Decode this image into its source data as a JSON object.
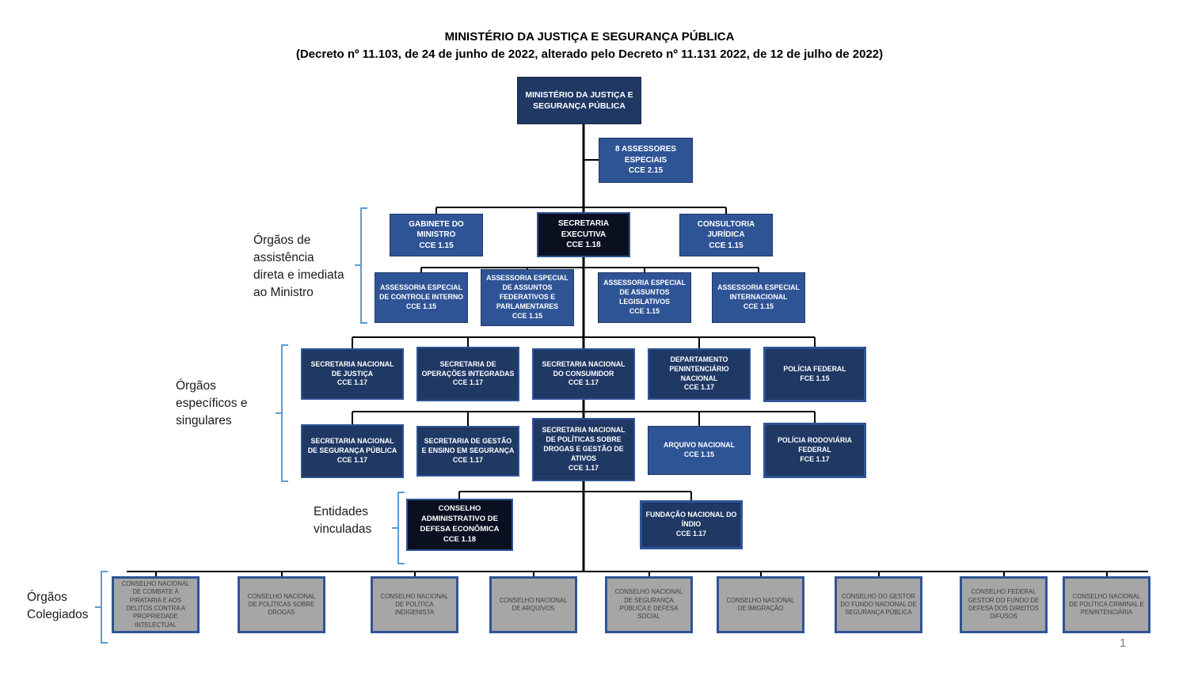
{
  "title": "MINISTÉRIO DA JUSTIÇA E SEGURANÇA PÚBLICA",
  "subtitle": "(Decreto nº 11.103, de 24 de junho de 2022, alterado pelo Decreto nº 11.131 2022, de 12 de julho de 2022)",
  "page_number": "1",
  "colors": {
    "navy": "#1F3864",
    "blue": "#2F5496",
    "black_box": "#0A1020",
    "gray_box": "#A6A6A6",
    "gray_box_border": "#2F5496",
    "bracket": "#5B9BD5",
    "line": "#000000",
    "gray_text": "#3F3F3F",
    "page_number": "#7F7F7F"
  },
  "root": {
    "label": "MINISTÉRIO DA JUSTIÇA E SEGURANÇA PÚBLICA"
  },
  "advisors": {
    "label": "8 ASSESSORES ESPECIAIS",
    "code": "CCE 2.15"
  },
  "section_labels": {
    "assistencia": "Órgãos de assistência direta e imediata ao Ministro",
    "especificos": "Órgãos específicos e singulares",
    "entidades": "Entidades vinculadas",
    "colegiados": "Órgãos Colegiados"
  },
  "assist_row1": [
    {
      "label": "GABINETE DO MINISTRO",
      "code": "CCE 1.15"
    },
    {
      "label": "SECRETARIA EXECUTIVA",
      "code": "CCE 1.18"
    },
    {
      "label": "CONSULTORIA JURÍDICA",
      "code": "CCE 1.15"
    }
  ],
  "assist_row2": [
    {
      "label": "ASSESSORIA ESPECIAL DE CONTROLE INTERNO",
      "code": "CCE 1.15"
    },
    {
      "label": "ASSESSORIA ESPECIAL DE ASSUNTOS FEDERATIVOS E PARLAMENTARES",
      "code": "CCE 1.15"
    },
    {
      "label": "ASSESSORIA ESPECIAL DE ASSUNTOS LEGISLATIVOS",
      "code": "CCE 1.15"
    },
    {
      "label": "ASSESSORIA ESPECIAL INTERNACIONAL",
      "code": "CCE 1.15"
    }
  ],
  "specific_row1": [
    {
      "label": "SECRETARIA NACIONAL DE JUSTIÇA",
      "code": "CCE 1.17"
    },
    {
      "label": "SECRETARIA DE OPERAÇÕES INTEGRADAS",
      "code": "CCE 1.17"
    },
    {
      "label": "SECRETARIA NACIONAL DO CONSUMIDOR",
      "code": "CCE 1.17"
    },
    {
      "label": "DEPARTAMENTO PENINTENCIÁRIO NACIONAL",
      "code": "CCE 1.17"
    },
    {
      "label": "POLÍCIA FEDERAL",
      "code": "FCE 1.15"
    }
  ],
  "specific_row2": [
    {
      "label": "SECRETARIA NACIONAL DE SEGURANÇA PÚBLICA",
      "code": "CCE 1.17"
    },
    {
      "label": "SECRETARIA DE GESTÃO E ENSINO EM SEGURANÇA",
      "code": "CCE 1.17"
    },
    {
      "label": "SECRETARIA NACIONAL DE POLÍTICAS SOBRE DROGAS E GESTÃO DE ATIVOS",
      "code": "CCE 1.17"
    },
    {
      "label": "ARQUIVO NACIONAL",
      "code": "CCE 1.15"
    },
    {
      "label": "POLÍCIA RODOVIÁRIA FEDERAL",
      "code": "FCE 1.17"
    }
  ],
  "entities": [
    {
      "label": "CONSELHO ADMINISTRATIVO DE DEFESA ECONÔMICA",
      "code": "CCE 1.18"
    },
    {
      "label": "FUNDAÇÃO NACIONAL DO ÍNDIO",
      "code": "CCE 1.17"
    }
  ],
  "collegiate": [
    {
      "label": "CONSELHO NACIONAL DE COMBATE À PIRATARIA E AOS DELITOS CONTRA A PROPRIEDADE INTELECTUAL"
    },
    {
      "label": "CONSELHO NACIONAL DE POLÍTICAS SOBRE DROGAS"
    },
    {
      "label": "CONSELHO NACIONAL DE POLÍTICA INDIGENISTA"
    },
    {
      "label": "CONSELHO NACIONAL DE ARQUIVOS"
    },
    {
      "label": "CONSELHO NACIONAL DE SEGURANÇA PÚBLICA E DEFESA SOCIAL"
    },
    {
      "label": "CONSELHO NACIONAL DE IMIGRAÇÃO"
    },
    {
      "label": "CONSELHO DO GESTOR DO FUNDO NACIONAL DE SEGURANÇA PÚBLICA"
    },
    {
      "label": "CONSELHO FEDERAL GESTOR DO FUNDO DE DEFESA DOS DIREITOS DIFUSOS"
    },
    {
      "label": "CONSELHO NACIONAL DE POLÍTICA CRIMINAL E PENINTENCIÁRIA"
    }
  ]
}
